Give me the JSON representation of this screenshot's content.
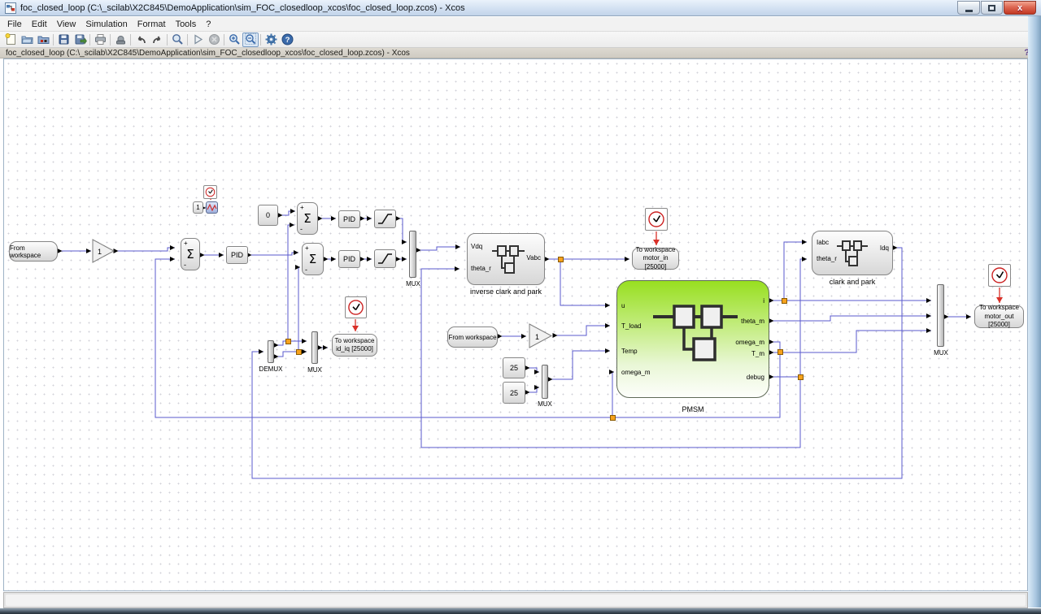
{
  "window": {
    "title": "foc_closed_loop (C:\\_scilab\\X2C845\\DemoApplication\\sim_FOC_closedloop_xcos\\foc_closed_loop.zcos) - Xcos",
    "controls": [
      "minimize",
      "maximize",
      "close"
    ],
    "close_glyph": "x"
  },
  "menu": {
    "items": [
      "File",
      "Edit",
      "View",
      "Simulation",
      "Format",
      "Tools",
      "?"
    ]
  },
  "toolbar": {
    "buttons": [
      "new-diagram",
      "open",
      "open-file",
      "save",
      "save-as",
      "print",
      "delete",
      "undo",
      "redo",
      "fit-diagram-to-view",
      "start-simulation",
      "stop-simulation",
      "zoom-in",
      "zoom-out",
      "xcos-settings",
      "help"
    ]
  },
  "tab": {
    "label": "foc_closed_loop (C:\\_scilab\\X2C845\\DemoApplication\\sim_FOC_closedloop_xcos\\foc_closed_loop.zcos) - Xcos",
    "help": "?"
  },
  "diagram": {
    "colors": {
      "signal_link": "#5a5ace",
      "event_link": "#d83028",
      "junction": "#f6a21c",
      "pmsm_top": "#98df20"
    },
    "blocks": {
      "from_workspace_1": "From workspace",
      "gain_1": "1",
      "sum_plus": "+",
      "sum_minus": "-",
      "sigma": "Σ",
      "pid": "PID",
      "const_0": "0",
      "const_1": "1",
      "const_25_top": "25",
      "const_25_bottom": "25",
      "mux": "MUX",
      "demux": "DEMUX",
      "from_workspace_2": "From workspace",
      "gain_2": "1",
      "inverse_clark_park": {
        "title": "inverse clark and park",
        "inputs": [
          "Vdq",
          "theta_r"
        ],
        "outputs": [
          "Vabc"
        ]
      },
      "clark_park": {
        "title": "clark and park",
        "inputs": [
          "Iabc",
          "theta_r"
        ],
        "outputs": [
          "Idq"
        ]
      },
      "pmsm": {
        "title": "PMSM",
        "inputs": [
          "u",
          "T_load",
          "Temp",
          "omega_m"
        ],
        "outputs": [
          "i",
          "theta_m",
          "omega_m",
          "T_m",
          "debug"
        ]
      },
      "to_workspace_motor_in": {
        "line1": "To workspace",
        "line2": "motor_in [25000]"
      },
      "to_workspace_id_iq": {
        "line1": "To workspace",
        "line2": "id_iq [25000]"
      },
      "to_workspace_motor_out": {
        "line1": "To workspace",
        "line2": "motor_out [25000]"
      }
    }
  }
}
